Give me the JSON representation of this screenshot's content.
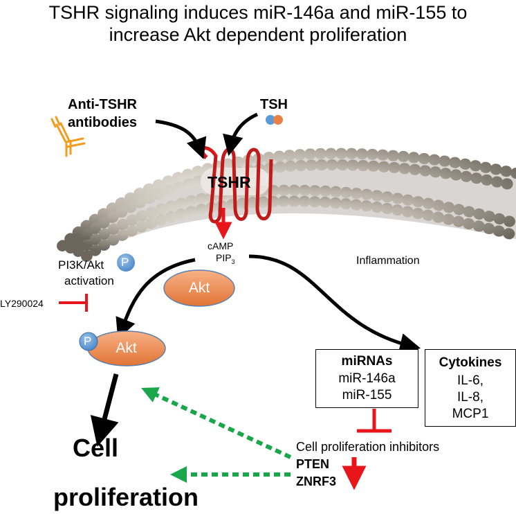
{
  "title": {
    "line1": "TSHR signaling induces miR-146a and miR-155 to",
    "line2": "increase Akt dependent proliferation"
  },
  "ligands": {
    "antibodies_line1": "Anti-TSHR",
    "antibodies_line2": "antibodies",
    "tsh": "TSH"
  },
  "receptor": {
    "label": "TSHR"
  },
  "second_messengers": {
    "camp": "cAMP",
    "pip": "PIP",
    "pip_sub": "3"
  },
  "pi3k": {
    "line1": "PI3K/Akt",
    "line2": "activation",
    "phospho": "P"
  },
  "inhibitor": {
    "label": "LY290024"
  },
  "inflammation": {
    "label": "Inflammation"
  },
  "akt": {
    "inactive": "Akt",
    "active": "Akt",
    "phospho": "P"
  },
  "mirnas": {
    "heading": "miRNAs",
    "items": [
      "miR-146a",
      "miR-155"
    ]
  },
  "cytokines": {
    "heading": "Cytokines",
    "items": [
      "IL-6,",
      "IL-8,",
      "MCP1"
    ]
  },
  "inhibitors": {
    "heading": "Cell proliferation inhibitors",
    "items": [
      "PTEN",
      "ZNRF3"
    ]
  },
  "outcome": {
    "line1": "Cell",
    "line2": "proliferation"
  },
  "colors": {
    "red": "#e8161b",
    "dark_red": "#c11a1a",
    "green": "#1aa64a",
    "akt_fill": "#e98147",
    "phospho_fill": "#5b9bd5",
    "membrane": "#bdb6ad",
    "antibody": "#f29c1f"
  }
}
